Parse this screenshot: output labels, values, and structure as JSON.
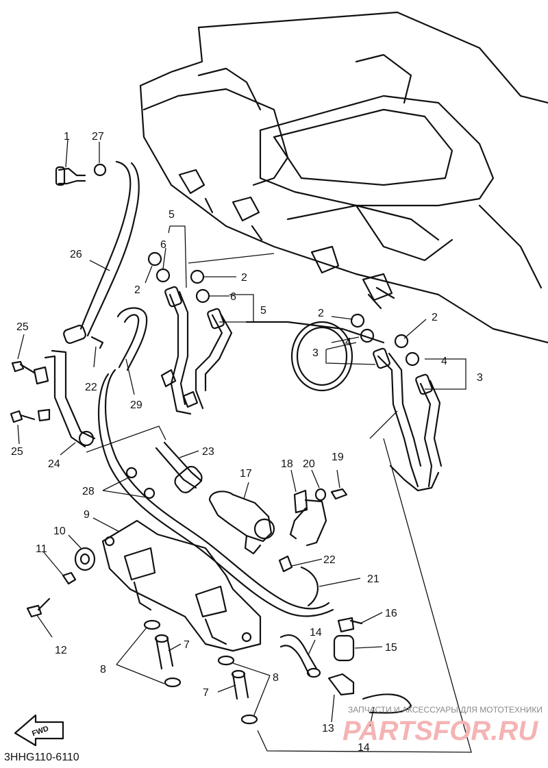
{
  "diagram": {
    "code": "3HHG110-6110",
    "fwd_label": "FWD",
    "watermark": {
      "top": "ЗАПЧАСТИ И АКСЕССУАРЫ ДЛЯ МОТОТЕХНИКИ",
      "brand": "PARTSFOR.RU"
    },
    "callouts": [
      "1",
      "27",
      "26",
      "5",
      "6",
      "2",
      "2",
      "6",
      "5",
      "25",
      "22",
      "29",
      "25",
      "24",
      "23",
      "28",
      "17",
      "18",
      "20",
      "19",
      "9",
      "10",
      "11",
      "12",
      "2",
      "4",
      "3",
      "2",
      "4",
      "3",
      "22",
      "21",
      "16",
      "15",
      "14",
      "14",
      "13",
      "7",
      "7",
      "8",
      "8"
    ]
  }
}
